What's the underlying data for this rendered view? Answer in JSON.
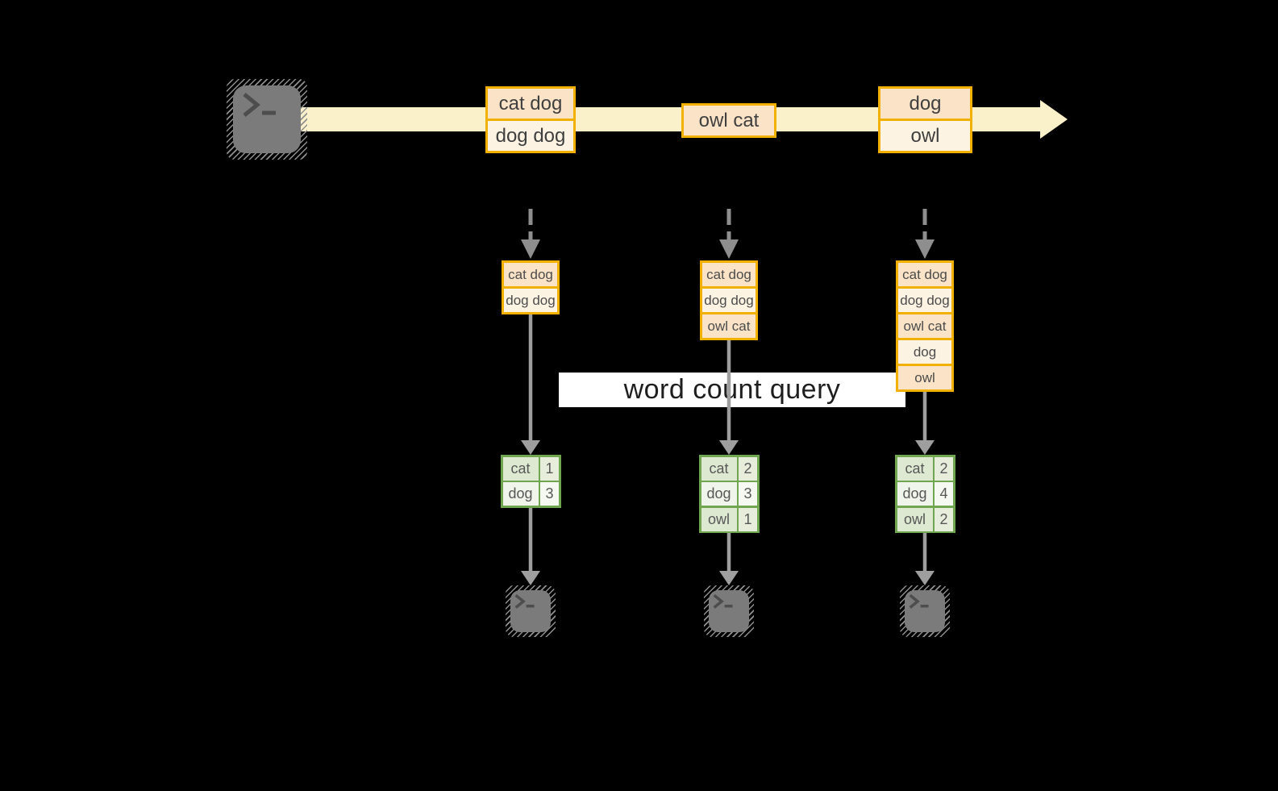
{
  "query": {
    "label": "word count query"
  },
  "stream": {
    "source_icon": "terminal",
    "batches": [
      {
        "rows": [
          "cat dog",
          "dog dog"
        ]
      },
      {
        "rows": [
          "owl cat"
        ]
      },
      {
        "rows": [
          "dog",
          "owl"
        ]
      }
    ]
  },
  "pipelines": [
    {
      "input_rows": [
        "cat dog",
        "dog dog"
      ],
      "counts": [
        {
          "word": "cat",
          "count": "1"
        },
        {
          "word": "dog",
          "count": "3"
        }
      ],
      "sink_icon": "terminal"
    },
    {
      "input_rows": [
        "cat dog",
        "dog dog",
        "owl cat"
      ],
      "counts": [
        {
          "word": "cat",
          "count": "2"
        },
        {
          "word": "dog",
          "count": "3"
        },
        {
          "word": "owl",
          "count": "1"
        }
      ],
      "sink_icon": "terminal"
    },
    {
      "input_rows": [
        "cat dog",
        "dog dog",
        "owl cat",
        "dog",
        "owl"
      ],
      "counts": [
        {
          "word": "cat",
          "count": "2"
        },
        {
          "word": "dog",
          "count": "4"
        },
        {
          "word": "owl",
          "count": "2"
        }
      ],
      "sink_icon": "terminal"
    }
  ],
  "colors": {
    "background": "#000000",
    "stream_arrow": "#FAF0CA",
    "record_border": "#F2B100",
    "record_fill_dark": "#FAE3C6",
    "record_fill_light": "#FDF3E3",
    "table_border": "#6FA64F",
    "table_fill_dark": "#DEE9D2",
    "table_fill_light": "#EFF5EA",
    "connector_gray": "#9E9E9E",
    "terminal_gray": "#7B7B7B",
    "query_bar_bg": "#FFFFFF"
  }
}
